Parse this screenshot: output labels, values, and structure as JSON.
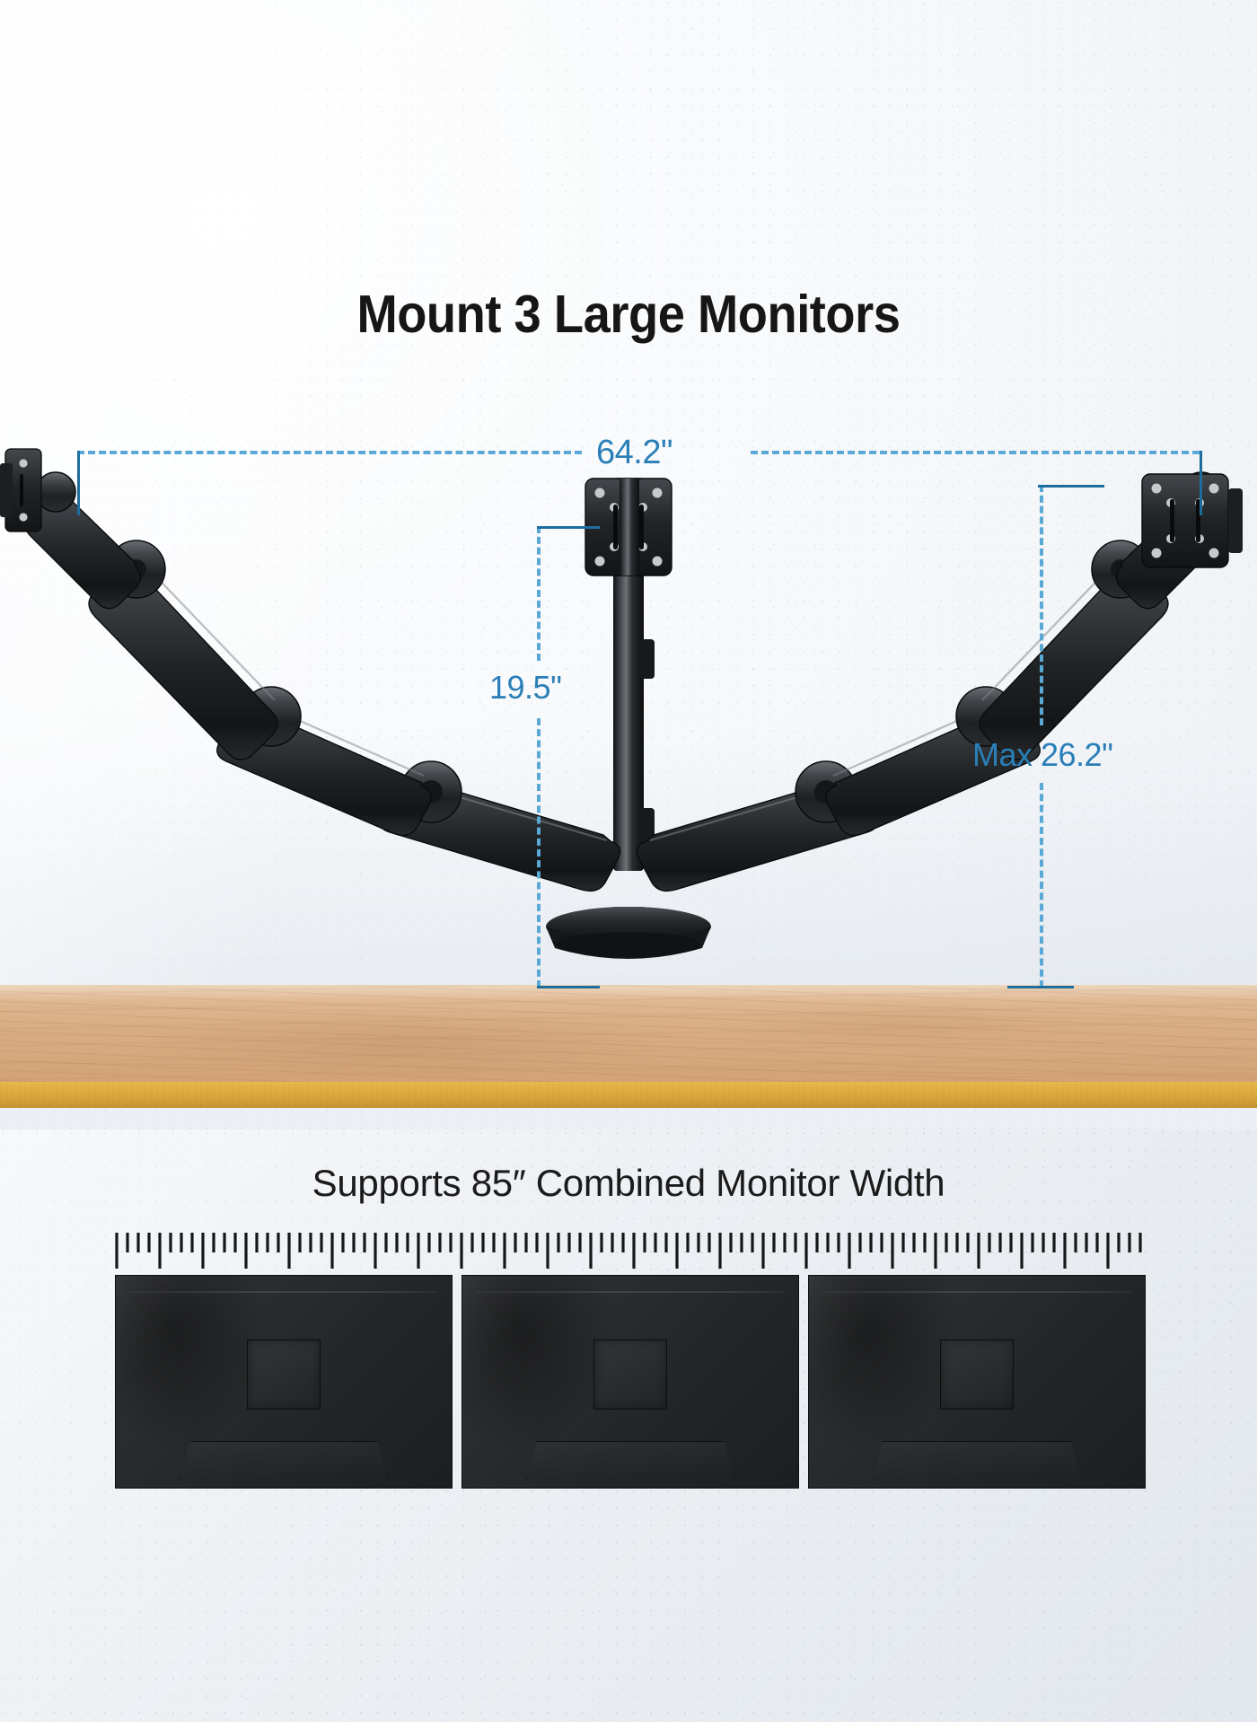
{
  "headline": {
    "title": "Mount 3 Large Monitors"
  },
  "dimensions": {
    "total_width": "64.2\"",
    "pole_height": "19.5\"",
    "max_arm_reach": "Max 26.2\"",
    "accent_color": "#2a7fb8",
    "dash_color": "#5aa8d6"
  },
  "bottom": {
    "subtitle": "Supports 85″ Combined Monitor Width",
    "monitor_count": 3,
    "monitors": [
      {
        "label": "monitor-1"
      },
      {
        "label": "monitor-2"
      },
      {
        "label": "monitor-3"
      }
    ]
  },
  "scene": {
    "desk_top_color": "#d9ad84",
    "desk_edge_color": "#d4a23a",
    "wall_color": "#f4f6f9",
    "arm_color": "#2b2d2f"
  }
}
